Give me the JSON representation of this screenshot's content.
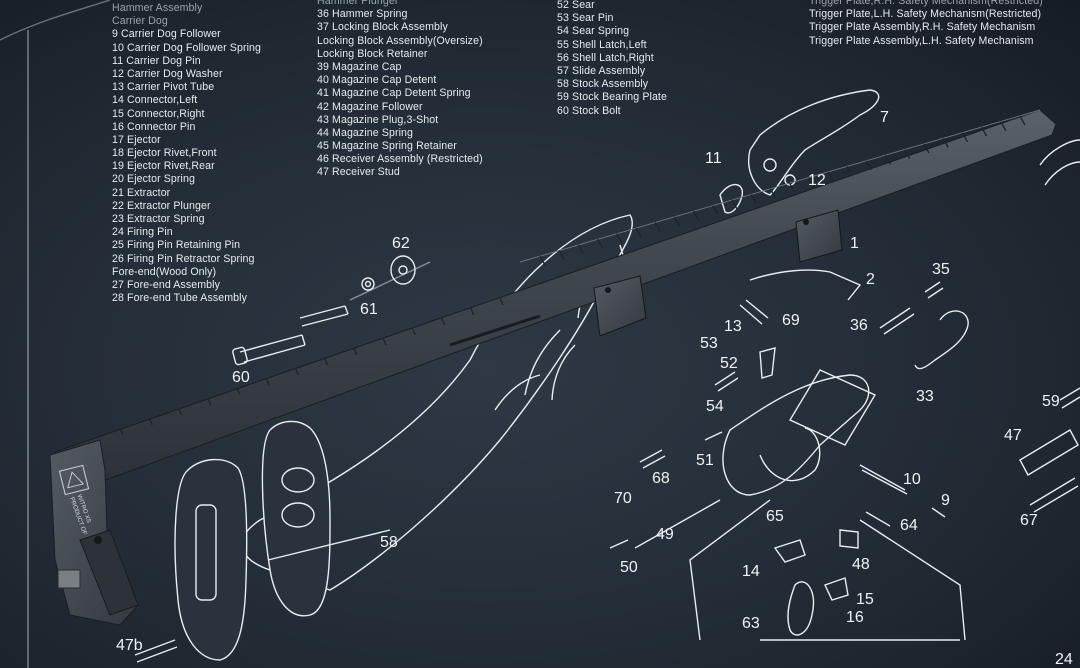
{
  "legend_col1": [
    "Hammer Assembly",
    "Carrier Dog",
    "9 Carrier Dog Follower",
    "10 Carrier Dog Follower Spring",
    "11 Carrier Dog Pin",
    "12 Carrier Dog Washer",
    "13 Carrier Pivot Tube",
    "14 Connector,Left",
    "15 Connector,Right",
    "16 Connector Pin",
    "17 Ejector",
    "18 Ejector Rivet,Front",
    "19 Ejector Rivet,Rear",
    "20 Ejector Spring",
    "21 Extractor",
    "22 Extractor Plunger",
    "23 Extractor Spring",
    "24 Firing Pin",
    "25 Firing Pin Retaining Pin",
    "26 Firing Pin Retractor Spring",
    "Fore-end(Wood Only)",
    "27 Fore-end Assembly",
    "28 Fore-end Tube Assembly"
  ],
  "legend_col2": [
    "Hammer Plunger",
    "36 Hammer Spring",
    "37 Locking Block Assembly",
    "Locking Block Assembly(Oversize)",
    "Locking Block Retainer",
    "39 Magazine Cap",
    "40 Magazine Cap Detent",
    "41 Magazine Cap Detent Spring",
    "42 Magazine Follower",
    "43 Magazine Plug,3-Shot",
    "44 Magazine Spring",
    "45 Magazine Spring Retainer",
    "46 Receiver Assembly (Restricted)",
    "47 Receiver Stud"
  ],
  "legend_col3": [
    "52 Sear",
    "53 Sear Pin",
    "54 Sear Spring",
    "55 Shell Latch,Left",
    "56 Shell Latch,Right",
    "57 Slide Assembly",
    "58 Stock Assembly",
    "59 Stock Bearing Plate",
    "60 Stock Bolt"
  ],
  "legend_col4": [
    "Trigger Plate,R.H. Safety Mechanism(Restricted)",
    "Trigger Plate,L.H. Safety Mechanism(Restricted)",
    "Trigger Plate Assembly,R.H. Safety Mechanism",
    "Trigger Plate Assembly,L.H. Safety Mechanism"
  ],
  "part_numbers": {
    "p7": "7",
    "p11": "11",
    "p12": "12",
    "p1": "1",
    "p2": "2",
    "p35": "35",
    "p62": "62",
    "p61": "61",
    "p60": "60",
    "p13": "13",
    "p69": "69",
    "p36": "36",
    "p53": "53",
    "p52": "52",
    "p33": "33",
    "p54": "54",
    "p59": "59",
    "p47": "47",
    "p51": "51",
    "p68": "68",
    "p10": "10",
    "p70": "70",
    "p9": "9",
    "p65": "65",
    "p64": "64",
    "p67": "67",
    "p58": "58",
    "p49": "49",
    "p50": "50",
    "p48": "48",
    "p14": "14",
    "p15": "15",
    "p16": "16",
    "p63": "63",
    "p47b": "47b",
    "p24": "24"
  },
  "mount_engraving": [
    "PRODUCT OF",
    "WITRO XS"
  ],
  "colors": {
    "mat_background": "#27313b",
    "diagram_lines": "#e8edf1",
    "rail_aluminum": "#3f464d"
  }
}
